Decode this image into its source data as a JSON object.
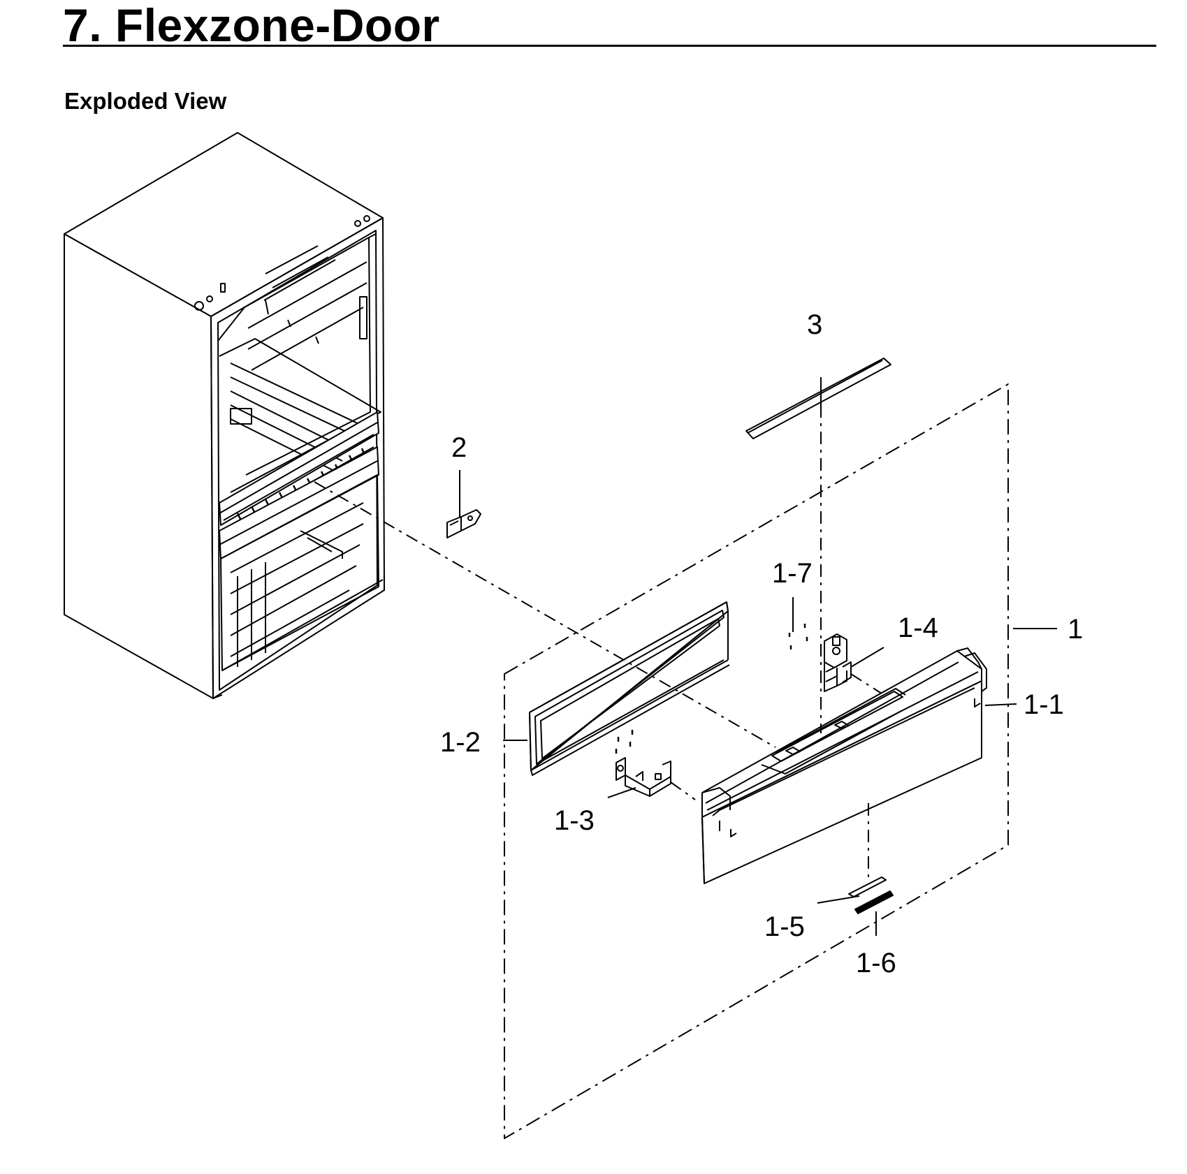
{
  "header": {
    "title": "7.  Flexzone-Door",
    "section": "Exploded View"
  },
  "diagram": {
    "callouts": [
      {
        "id": "part-3",
        "label": "3"
      },
      {
        "id": "part-2",
        "label": "2"
      },
      {
        "id": "part-1-7",
        "label": "1-7"
      },
      {
        "id": "part-1-4",
        "label": "1-4"
      },
      {
        "id": "part-1",
        "label": "1"
      },
      {
        "id": "part-1-1",
        "label": "1-1"
      },
      {
        "id": "part-1-2",
        "label": "1-2"
      },
      {
        "id": "part-1-3",
        "label": "1-3"
      },
      {
        "id": "part-1-5",
        "label": "1-5"
      },
      {
        "id": "part-1-6",
        "label": "1-6"
      }
    ]
  },
  "colors": {
    "ink": "#000000",
    "paper": "#ffffff"
  }
}
